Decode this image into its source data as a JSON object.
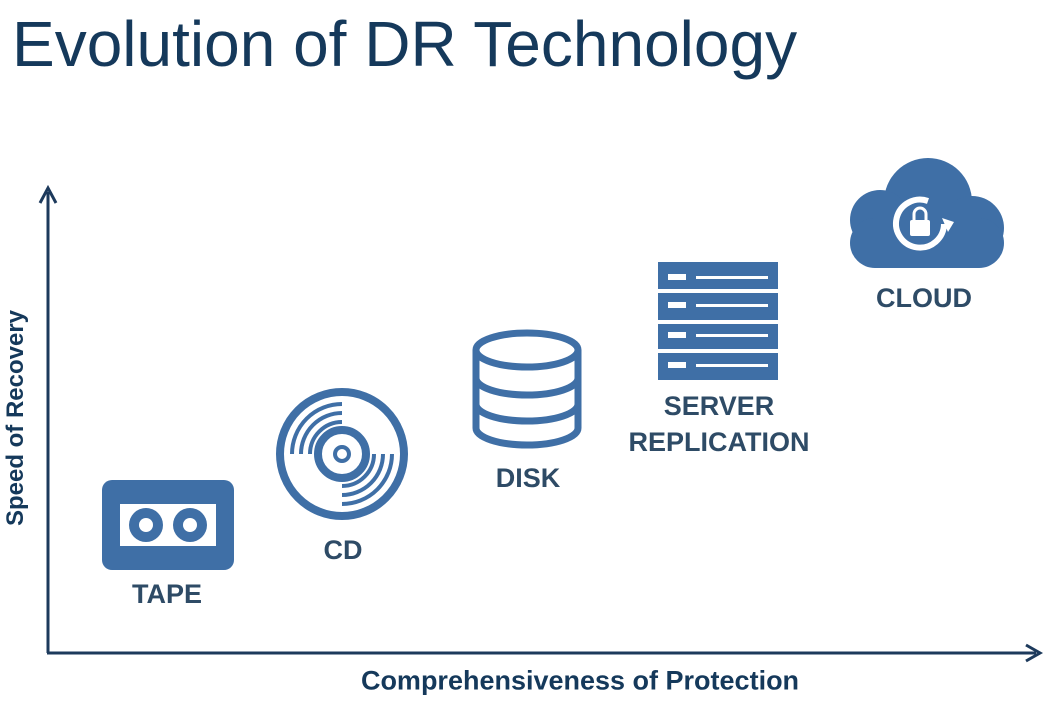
{
  "title": "Evolution of DR Technology",
  "axes": {
    "y_label": "Speed of Recovery",
    "x_label": "Comprehensiveness of Protection"
  },
  "colors": {
    "title": "#15395b",
    "axis": "#1d3a5c",
    "icon_blue": "#3f6fa6",
    "label": "#2e4b66"
  },
  "items": [
    {
      "label": "TAPE",
      "icon": "tape-cassette-icon"
    },
    {
      "label": "CD",
      "icon": "cd-disc-icon"
    },
    {
      "label": "DISK",
      "icon": "database-disk-icon"
    },
    {
      "label": "SERVER\nREPLICATION",
      "icon": "server-rack-icon"
    },
    {
      "label": "CLOUD",
      "icon": "cloud-lock-icon"
    }
  ]
}
